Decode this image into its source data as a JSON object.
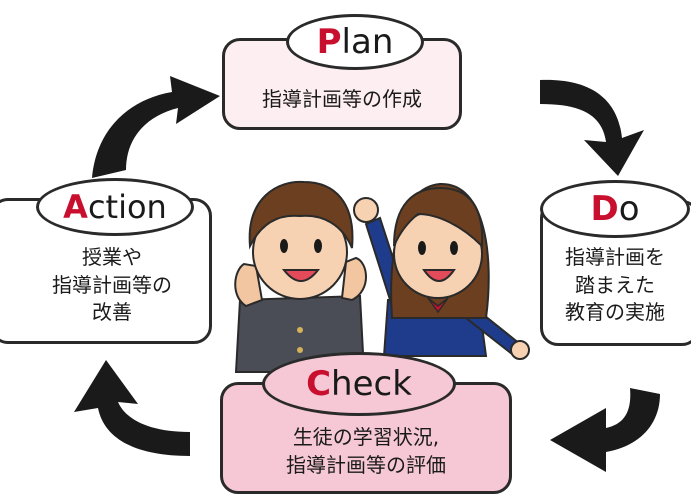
{
  "stages": {
    "plan": {
      "cap": "P",
      "rest": "lan",
      "lines": [
        "指導計画等の作成"
      ]
    },
    "do": {
      "cap": "D",
      "rest": "o",
      "lines": [
        "指導計画を",
        "踏まえた",
        "教育の実施"
      ]
    },
    "check": {
      "cap": "C",
      "rest": "heck",
      "lines": [
        "生徒の学習状況,",
        "指導計画等の評価"
      ]
    },
    "action": {
      "cap": "A",
      "rest": "ction",
      "lines": [
        "授業や",
        "指導計画等の",
        "改善"
      ]
    }
  },
  "colors": {
    "plan_fill": "#fdeef2",
    "check_fill": "#f6c8d6",
    "oval_fill": "#ffffff",
    "do_action_fill": "#ffffff",
    "accent_red": "#c8102e",
    "arrow": "#1a1a1a",
    "outline": "#2a2a2a"
  },
  "illustration": {
    "boy": "student-boy-illustration",
    "girl": "student-girl-illustration"
  }
}
